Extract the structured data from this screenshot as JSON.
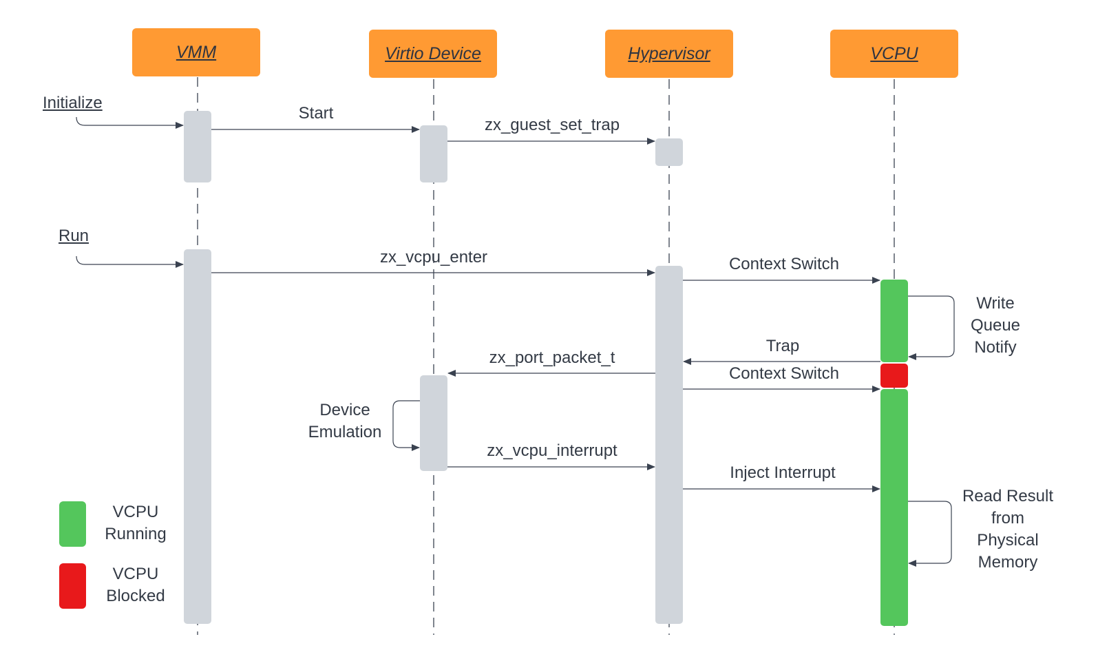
{
  "participants": [
    {
      "id": "vmm",
      "label": "VMM"
    },
    {
      "id": "virtio",
      "label": "Virtio Device"
    },
    {
      "id": "hypervisor",
      "label": "Hypervisor"
    },
    {
      "id": "vcpu",
      "label": "VCPU"
    }
  ],
  "triggers": {
    "initialize": "Initialize",
    "run": "Run"
  },
  "messages": {
    "start": "Start",
    "guest_set_trap": "zx_guest_set_trap",
    "vcpu_enter": "zx_vcpu_enter",
    "context_switch_1": "Context Switch",
    "trap": "Trap",
    "context_switch_2": "Context Switch",
    "port_packet": "zx_port_packet_t",
    "vcpu_interrupt": "zx_vcpu_interrupt",
    "inject_interrupt": "Inject Interrupt"
  },
  "self_calls": {
    "write_queue_notify": [
      "Write",
      "Queue",
      "Notify"
    ],
    "device_emulation": [
      "Device",
      "Emulation"
    ],
    "read_result": [
      "Read Result",
      "from",
      "Physical",
      "Memory"
    ]
  },
  "legend": {
    "running": {
      "lines": [
        "VCPU",
        "Running"
      ],
      "color": "#54c65c"
    },
    "blocked": {
      "lines": [
        "VCPU",
        "Blocked"
      ],
      "color": "#e8191b"
    }
  },
  "colors": {
    "participant": "#ff9a33",
    "activation": "#d0d5db",
    "running": "#54c65c",
    "blocked": "#e8191b",
    "line": "#3a4250"
  }
}
